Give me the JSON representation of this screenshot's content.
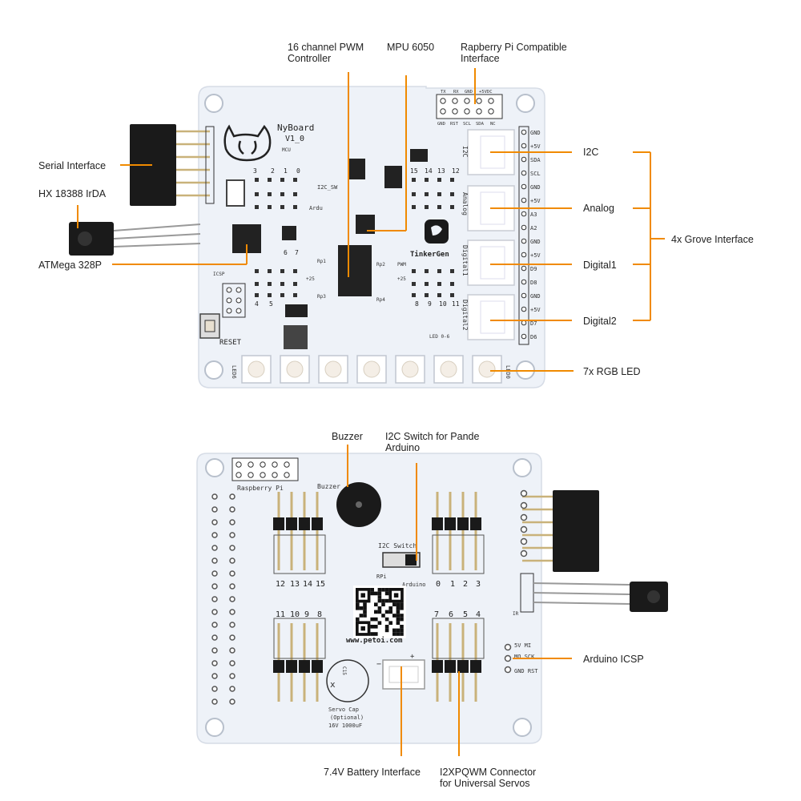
{
  "colors": {
    "leader": "#f08a00",
    "board": "#eef2f8",
    "board_edge": "#d6dce6",
    "header_black": "#1a1a1a",
    "pin_gold": "#c9b27a",
    "chip": "#222222"
  },
  "top_board": {
    "silk": {
      "name": "NyBoard",
      "version": "V1_0",
      "mcu": "MCU",
      "i2c_sw": "I2C_SW",
      "ardu": "Ardu",
      "reset": "RESET",
      "icsp": "ICSP",
      "brand": "TinkerGen",
      "pwm": "PWM",
      "p25_a": "+25",
      "p25_b": "+25",
      "rp1": "Rp1",
      "rp2": "Rp2",
      "rp3": "Rp3",
      "rp4": "Rp4",
      "led_range": "LED 0-6",
      "led6": "LED6",
      "led0": "LED0",
      "grove_i2c": "I2C",
      "grove_analog": "Analog",
      "grove_digital1": "Digital1",
      "grove_digital2": "Digital2",
      "pin_nums_left": [
        "3",
        "2",
        "1",
        "0"
      ],
      "pin_nums_right": [
        "15",
        "14",
        "13",
        "12"
      ],
      "pin_nums_mid_left": [
        "6",
        "7"
      ],
      "pin_nums_low_left": [
        "4",
        "5"
      ],
      "pin_nums_low_right": [
        "8",
        "9",
        "10",
        "11"
      ],
      "rpi_top": [
        "TX",
        "RX",
        "GND",
        "+5VDC"
      ],
      "rpi_bottom": [
        "GND",
        "RST",
        "SCL",
        "SDA",
        "NC"
      ],
      "grove_pins": [
        "GND",
        "+5V",
        "SDA",
        "SCL",
        "GND",
        "+5V",
        "A3",
        "A2",
        "GND",
        "+5V",
        "D9",
        "D8",
        "GND",
        "+5V",
        "D7",
        "D6"
      ]
    },
    "callouts": {
      "pwm": "16 channel PWM\nController",
      "mpu": "MPU 6050",
      "rpi": "Rapberry Pi Compatible\nInterface",
      "serial": "Serial Interface",
      "irda": "HX 18388 IrDA",
      "atmega": "ATMega 328P",
      "i2c": "I2C",
      "analog": "Analog",
      "digital1": "Digital1",
      "digital2": "Digital2",
      "grove": "4x Grove Interface",
      "rgb": "7x RGB LED"
    }
  },
  "bottom_board": {
    "silk": {
      "raspberry": "Raspberry Pi",
      "buzzer": "Buzzer",
      "i2c_switch": "I2C Switch",
      "rpi_short": "RPi",
      "arduino": "Arduino",
      "website": "www.petoi.com",
      "servo_cap_1": "Servo Cap",
      "servo_cap_2": "(Optional)",
      "servo_cap_3": "16V 1000uF",
      "c15": "C15",
      "ir": "IR",
      "icsp_top": "5V  MI",
      "icsp_mid": "MO SCK",
      "icsp_bot": "GND RST",
      "nums_tl": [
        "12",
        "13",
        "14",
        "15"
      ],
      "nums_tr": [
        "0",
        "1",
        "2",
        "3"
      ],
      "nums_bl": [
        "11",
        "10",
        "9",
        "8"
      ],
      "nums_br": [
        "7",
        "6",
        "5",
        "4"
      ]
    },
    "callouts": {
      "buzzer": "Buzzer",
      "i2c_switch": "I2C Switch for Pande\nArduino",
      "icsp": "Arduino ICSP",
      "battery": "7.4V Battery Interface",
      "servo": "I2XPQWM Connector\nfor Universal Servos"
    }
  }
}
